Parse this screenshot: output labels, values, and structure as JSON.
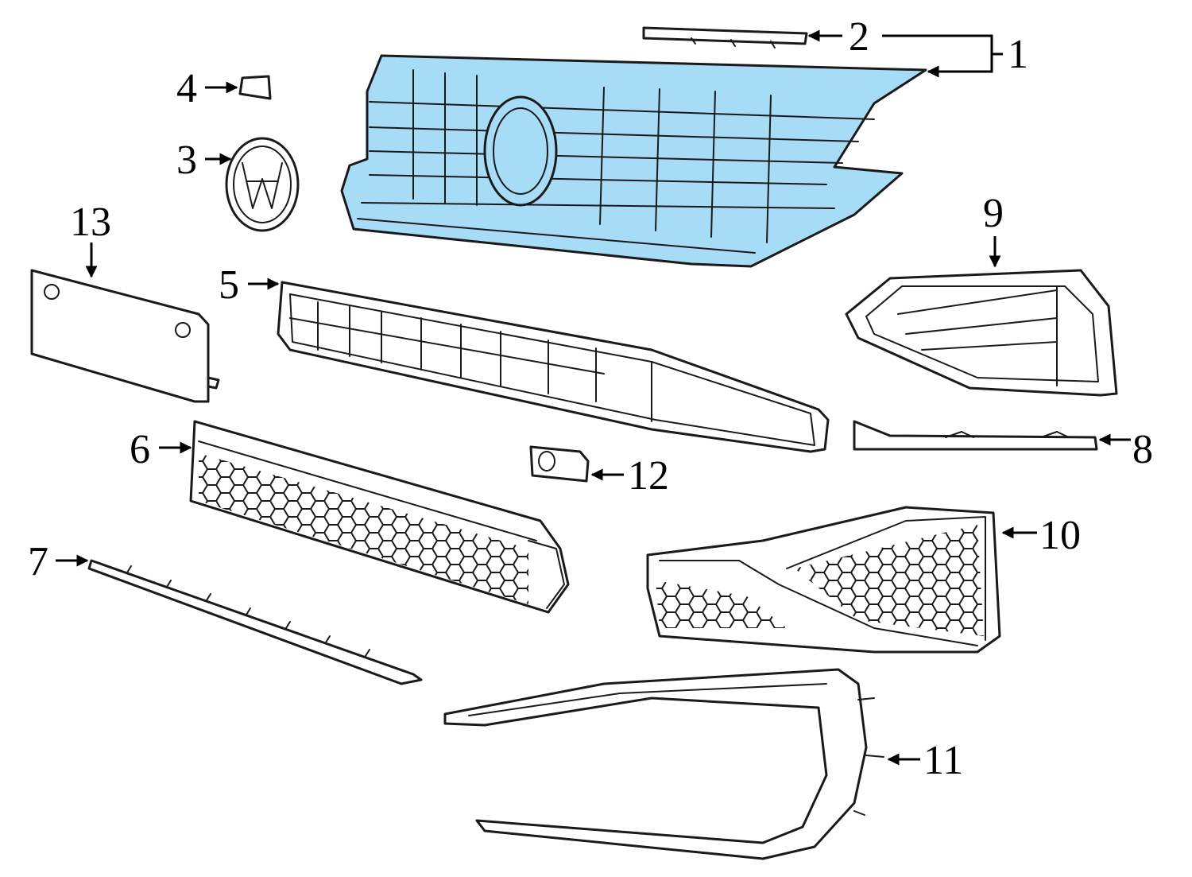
{
  "highlight_color": "#a6dcf5",
  "callouts": {
    "c1": "1",
    "c2": "2",
    "c3": "3",
    "c4": "4",
    "c5": "5",
    "c6": "6",
    "c7": "7",
    "c8": "8",
    "c9": "9",
    "c10": "10",
    "c11": "11",
    "c12": "12",
    "c13": "13"
  }
}
